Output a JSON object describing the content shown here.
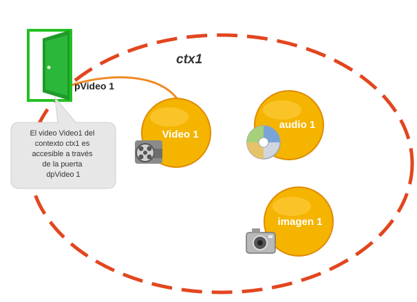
{
  "context": {
    "label": "ctx1"
  },
  "port": {
    "label": "pVideo 1"
  },
  "callout": {
    "lines": [
      "El video Video1 del",
      "contexto ctx1 es",
      "accesible a través",
      "de la puerta",
      "dpVideo 1"
    ]
  },
  "nodes": [
    {
      "id": "video",
      "label": "Video 1",
      "icon": "film-reel-icon"
    },
    {
      "id": "audio",
      "label": "audio 1",
      "icon": "cd-disc-icon"
    },
    {
      "id": "imagen",
      "label": "imagen 1",
      "icon": "camera-icon"
    }
  ],
  "colors": {
    "context_border": "#e2461f",
    "node_fill": "#f4b400",
    "node_stroke": "#e08a00",
    "link": "#f08a24",
    "door_frame": "#22c022",
    "door_panel": "#1f9a2a",
    "callout_fill": "#e7e7e7"
  }
}
